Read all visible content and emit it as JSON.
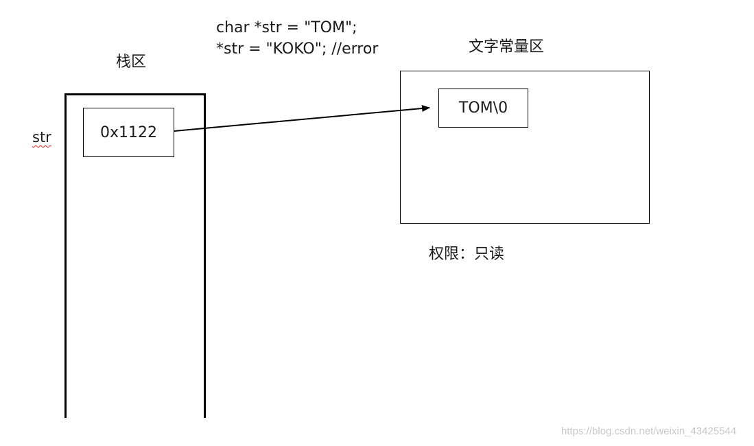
{
  "code": {
    "line1": "char *str = \"TOM\";",
    "line2": "*str = \"KOKO\"; //error"
  },
  "stack": {
    "title": "栈区",
    "var_label": "str",
    "cell_value": "0x1122"
  },
  "const_area": {
    "title": "文字常量区",
    "cell_value": "TOM\\0",
    "permission": "权限：只读"
  },
  "watermark": "https://blog.csdn.net/weixin_43425544",
  "colors": {
    "line": "#000000",
    "spell_underline": "#e02020",
    "watermark": "#c8c8c8"
  }
}
